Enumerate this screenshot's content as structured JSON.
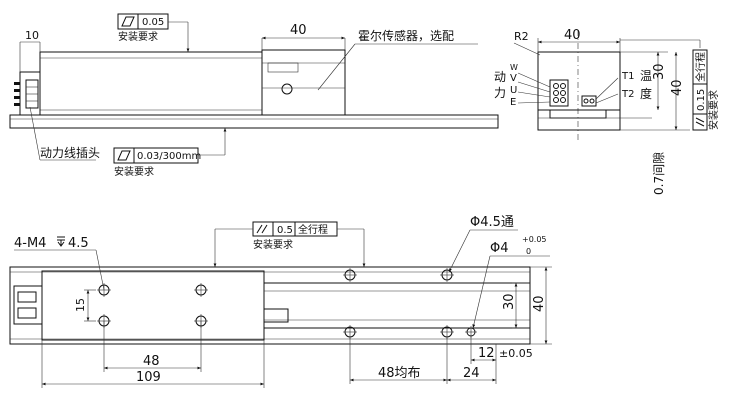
{
  "top_view": {
    "dim_10": "10",
    "dim_40": "40",
    "hall_sensor_note": "霍尔传感器，选配",
    "parallelism_tol": "0.05",
    "install_req_1": "安装要求",
    "power_connector": "动力线插头",
    "flatness_tol": "0.03/300mm",
    "install_req_2": "安装要求"
  },
  "side_view": {
    "radius": "R2",
    "width_40": "40",
    "height_30": "30",
    "height_40": "40",
    "pin_w": "W",
    "pin_v": "V",
    "pin_u": "U",
    "pin_e": "E",
    "power_label_1": "动",
    "power_label_2": "力",
    "temp_t1": "T1",
    "temp_t2": "T2",
    "temp_label_1": "温",
    "temp_label_2": "度",
    "parallel_tol": "0.15",
    "full_travel": "全行程",
    "install_req": "安装要求",
    "gap": "0.7间隙"
  },
  "bottom_view": {
    "tapped_holes": "4-M4",
    "tap_depth": "4.5",
    "through_hole": "Φ4.5通",
    "pin_hole": "Φ4",
    "pin_tol_upper": "+0.05",
    "pin_tol_lower": "0",
    "parallel_tol": "0.5",
    "full_travel": "全行程",
    "install_req": "安装要求",
    "dim_15": "15",
    "dim_48": "48",
    "dim_109": "109",
    "dim_48_even": "48均布",
    "dim_24": "24",
    "dim_12": "12",
    "dim_12_tol": "±0.05",
    "dim_30": "30",
    "dim_40": "40"
  }
}
